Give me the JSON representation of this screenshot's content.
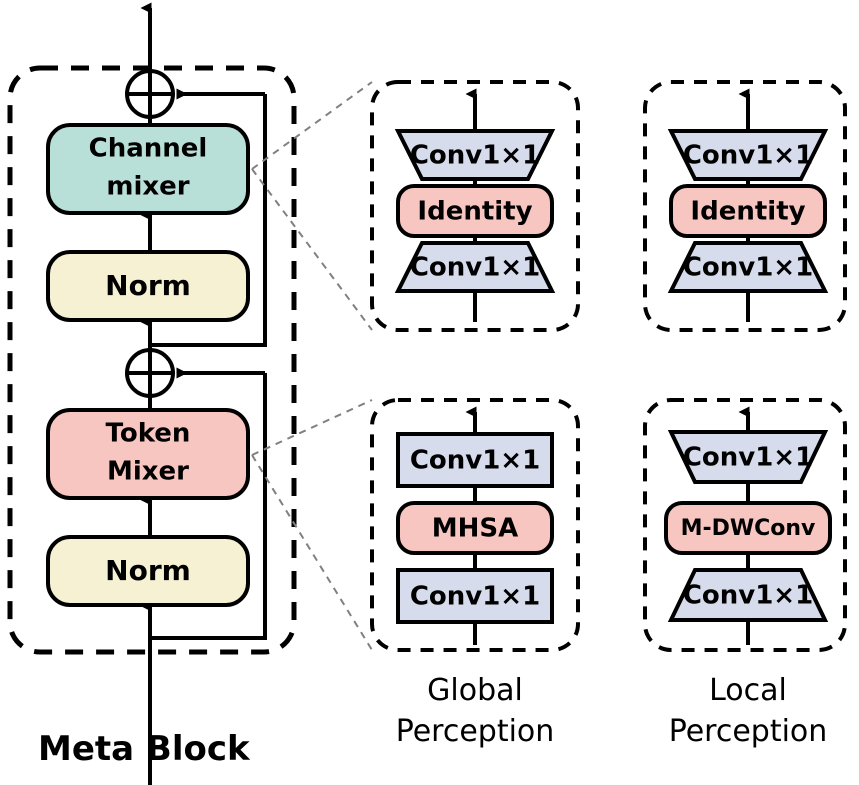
{
  "figure": {
    "title": "Meta Block",
    "background": "#ffffff"
  },
  "colors": {
    "teal": "#b9dfd9",
    "cream": "#f5f1d2",
    "pink": "#f8c6c1",
    "blue": "#d7dcec",
    "outline": "#000000",
    "leader": "#808080"
  },
  "meta_block": {
    "label": "Meta Block",
    "blocks": [
      {
        "id": "channel-mixer",
        "label_line1": "Channel",
        "label_line2": "mixer",
        "color": "teal",
        "shape": "rounded-rect"
      },
      {
        "id": "norm-top",
        "label_line1": "Norm",
        "label_line2": "",
        "color": "cream",
        "shape": "rounded-rect"
      },
      {
        "id": "token-mixer",
        "label_line1": "Token",
        "label_line2": "Mixer",
        "color": "pink",
        "shape": "rounded-rect"
      },
      {
        "id": "norm-bottom",
        "label_line1": "Norm",
        "label_line2": "",
        "color": "cream",
        "shape": "rounded-rect"
      }
    ],
    "operators": [
      {
        "id": "add-top",
        "symbol": "plus-circle"
      },
      {
        "id": "add-bottom",
        "symbol": "plus-circle"
      }
    ]
  },
  "panels": [
    {
      "id": "global-perception-top",
      "caption": "",
      "position": "top-middle",
      "layers": [
        {
          "label": "Conv1×1",
          "color": "blue",
          "shape": "trapezoid-down"
        },
        {
          "label": "Identity",
          "color": "pink",
          "shape": "rounded-rect"
        },
        {
          "label": "Conv1×1",
          "color": "blue",
          "shape": "trapezoid-up"
        }
      ]
    },
    {
      "id": "local-perception-top",
      "caption": "",
      "position": "top-right",
      "layers": [
        {
          "label": "Conv1×1",
          "color": "blue",
          "shape": "trapezoid-down"
        },
        {
          "label": "Identity",
          "color": "pink",
          "shape": "rounded-rect"
        },
        {
          "label": "Conv1×1",
          "color": "blue",
          "shape": "trapezoid-up"
        }
      ]
    },
    {
      "id": "global-perception-bottom",
      "caption": "Global\nPerception",
      "caption_line1": "Global",
      "caption_line2": "Perception",
      "position": "bottom-middle",
      "layers": [
        {
          "label": "Conv1×1",
          "color": "blue",
          "shape": "rect"
        },
        {
          "label": "MHSA",
          "color": "pink",
          "shape": "rounded-rect"
        },
        {
          "label": "Conv1×1",
          "color": "blue",
          "shape": "rect"
        }
      ]
    },
    {
      "id": "local-perception-bottom",
      "caption": "Local\nPerception",
      "caption_line1": "Local",
      "caption_line2": "Perception",
      "position": "bottom-right",
      "layers": [
        {
          "label": "Conv1×1",
          "color": "blue",
          "shape": "trapezoid-down"
        },
        {
          "label": "M-DWConv",
          "color": "pink",
          "shape": "rounded-rect"
        },
        {
          "label": "Conv1×1",
          "color": "blue",
          "shape": "trapezoid-up"
        }
      ]
    }
  ],
  "captions": {
    "global": {
      "line1": "Global",
      "line2": "Perception"
    },
    "local": {
      "line1": "Local",
      "line2": "Perception"
    }
  }
}
